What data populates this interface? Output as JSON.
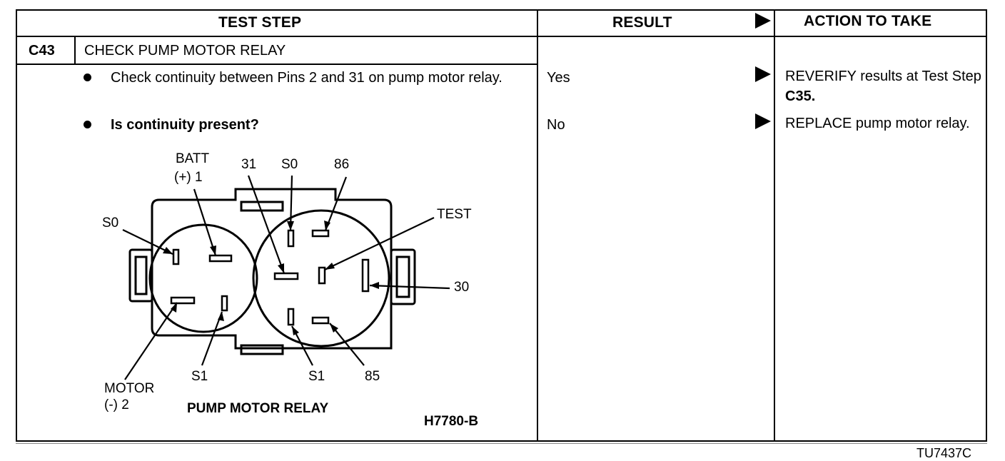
{
  "header": {
    "test_step": "TEST STEP",
    "result": "RESULT",
    "action": "ACTION TO TAKE"
  },
  "step": {
    "id": "C43",
    "title": "CHECK PUMP MOTOR RELAY",
    "bullets": [
      "Check continuity between Pins 2 and 31 on pump motor relay.",
      "Is continuity present?"
    ]
  },
  "results": [
    {
      "result": "Yes",
      "action_pre": "REVERIFY results at Test Step ",
      "action_bold": "C35."
    },
    {
      "result": "No",
      "action_pre": "REPLACE pump motor relay.",
      "action_bold": ""
    }
  ],
  "diagram": {
    "caption": "PUMP MOTOR RELAY",
    "figure_id": "H7780-B",
    "labels": {
      "batt_line1": "BATT",
      "batt_line2": "(+) 1",
      "pin31": "31",
      "s0_top": "S0",
      "pin86": "86",
      "s0_left": "S0",
      "test": "TEST",
      "pin30": "30",
      "motor_line1": "MOTOR",
      "motor_line2": "(-) 2",
      "s1_left": "S1",
      "s1_right": "S1",
      "pin85": "85"
    }
  },
  "footer_code": "TU7437C"
}
